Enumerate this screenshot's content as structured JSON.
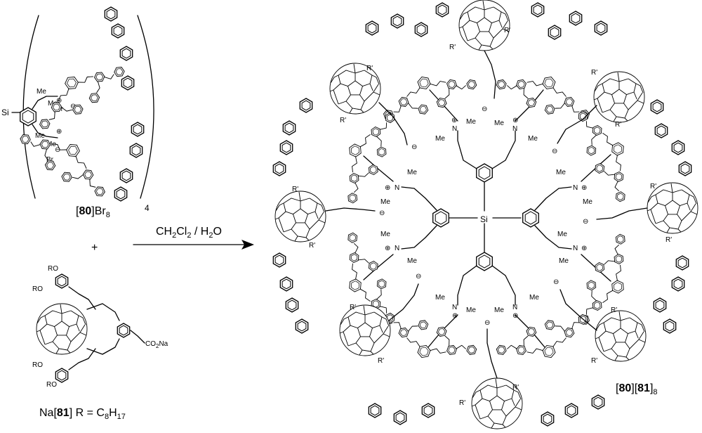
{
  "left_compound": {
    "label_open": "[",
    "label_num": "80",
    "label_close": "]Br",
    "label_sub": "8",
    "multiplier": "4",
    "si": "Si",
    "me": "Me",
    "br": "Br",
    "charge_plus": "⊕",
    "charge_minus": "⊖"
  },
  "plus": "+",
  "reactant": {
    "label_pre": "Na[",
    "label_num": "81",
    "label_post": "] R = C",
    "label_sub1": "8",
    "label_h": "H",
    "label_sub2": "17",
    "ro": "RO",
    "co2na": "CO",
    "co2na_sub": "2",
    "co2na_post": "Na"
  },
  "arrow": {
    "reagent_a": "CH",
    "reagent_a_sub": "2",
    "reagent_b": "Cl",
    "reagent_b_sub": "2",
    "reagent_sep": " / H",
    "reagent_c_sub": "2",
    "reagent_d": "O"
  },
  "product": {
    "label_open": "[",
    "label_num1": "80",
    "label_mid": "][",
    "label_num2": "81",
    "label_close": "]",
    "label_sub": "8",
    "si": "Si",
    "me": "Me",
    "r_prime": "R'",
    "charge_plus": "⊕",
    "charge_minus": "⊖"
  }
}
